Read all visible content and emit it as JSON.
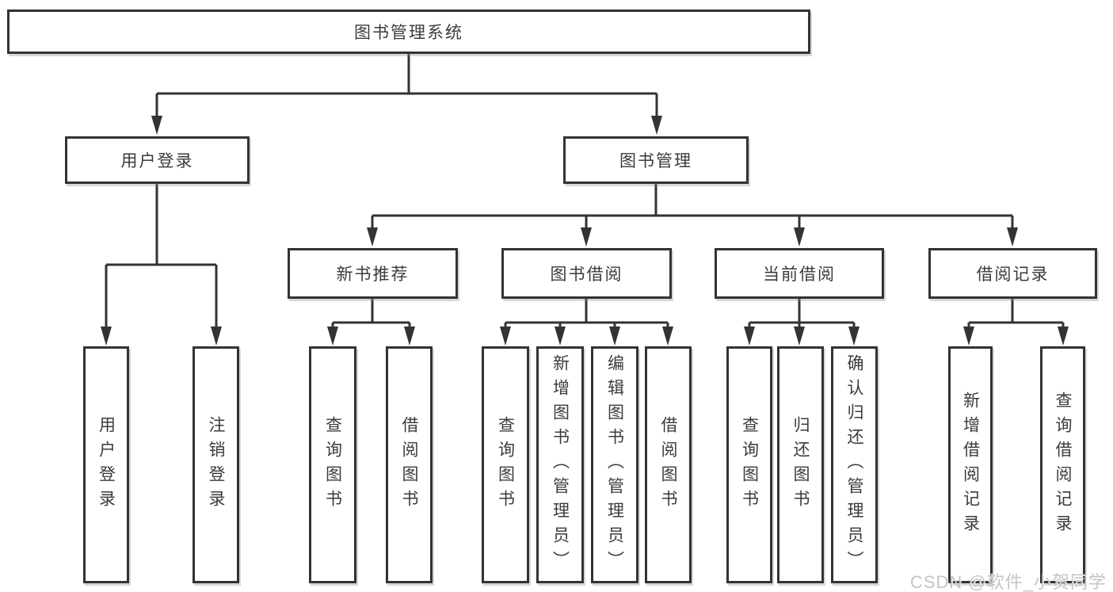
{
  "page": {
    "watermark": "CSDN @软件_小贺同学",
    "background": "#ffffff"
  },
  "colors": {
    "line": "#333333",
    "text": "#3b3b3b",
    "watermark": "#c1c1c1"
  },
  "tree": {
    "root": {
      "label": "图书管理系统"
    },
    "level2": [
      {
        "label": "用户登录",
        "leaves": [
          {
            "label": "用户登录"
          },
          {
            "label": "注销登录"
          }
        ]
      },
      {
        "label": "图书管理"
      }
    ],
    "level3": [
      {
        "label": "新书推荐",
        "leaves": [
          {
            "label": "查询图书"
          },
          {
            "label": "借阅图书"
          }
        ]
      },
      {
        "label": "图书借阅",
        "leaves": [
          {
            "label": "查询图书"
          },
          {
            "label": "新增图书（管理员）"
          },
          {
            "label": "编辑图书（管理员）"
          },
          {
            "label": "借阅图书"
          }
        ]
      },
      {
        "label": "当前借阅",
        "leaves": [
          {
            "label": "查询图书"
          },
          {
            "label": "归还图书"
          },
          {
            "label": "确认归还（管理员）"
          }
        ]
      },
      {
        "label": "借阅记录",
        "leaves": [
          {
            "label": "新增借阅记录"
          },
          {
            "label": "查询借阅记录"
          }
        ]
      }
    ]
  }
}
